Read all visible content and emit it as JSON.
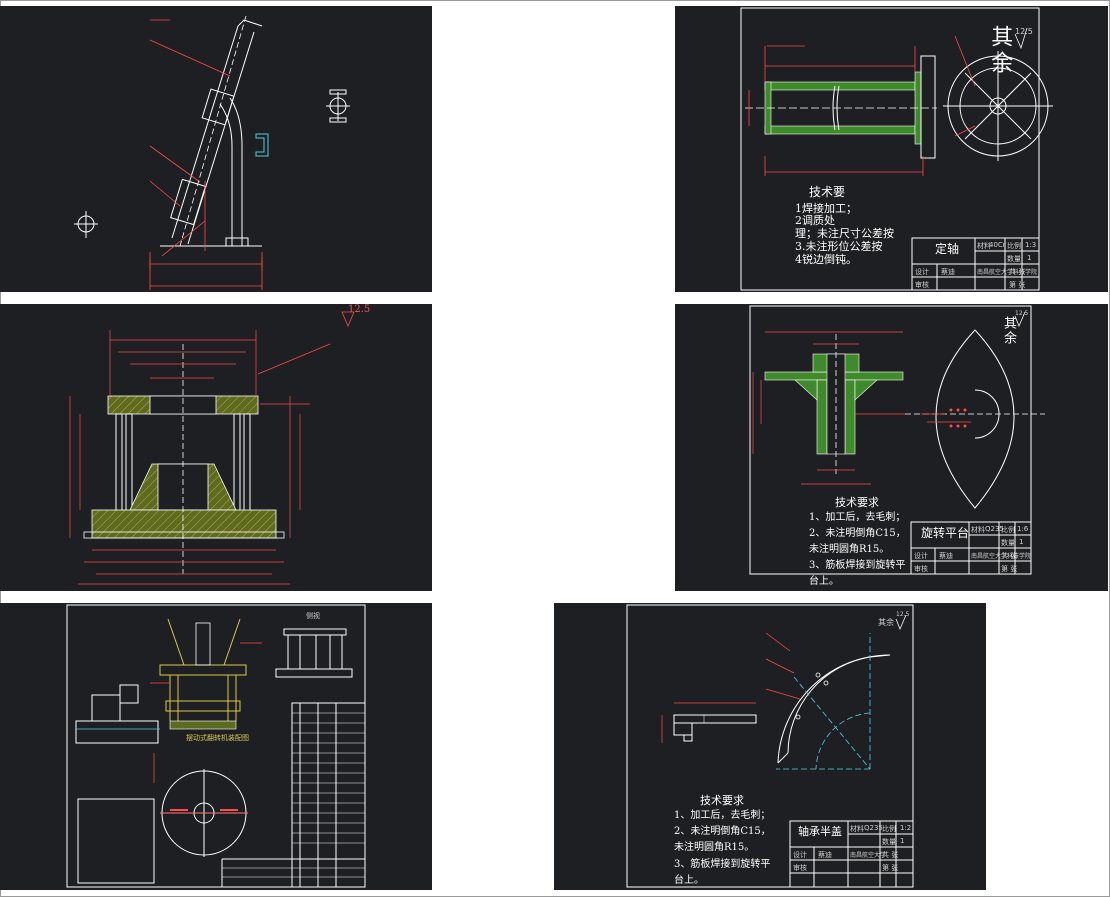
{
  "sheets": {
    "frame_assembly": {},
    "fixed_shaft": {
      "rest_mark": "其余",
      "roughness": "12.5",
      "tech_heading": "技术要",
      "tech_lines": [
        "1焊接加工；",
        "2调质处",
        "理；未注尺寸公差按",
        "3.未注形位公差按",
        "4锐边倒钝。"
      ],
      "part_name": "定轴",
      "material_label": "材料",
      "material": "40Cr",
      "scale_label": "比例",
      "scale": "1:3",
      "qty_label": "数量",
      "qty": "1",
      "design_label": "设计",
      "designer": "蔡迪",
      "review_label": "审核",
      "school": "南昌航空大学科技学院",
      "sheet_total_label": "共 张",
      "sheet_no_label": "第 张"
    },
    "mold_section": {
      "roughness": "12.5"
    },
    "rotary_platform": {
      "rest_mark": "其余",
      "roughness": "12.5",
      "tech_heading": "技术要求",
      "tech_lines": [
        "1、加工后，去毛刺；",
        "2、未注明倒角C15，",
        "未注明圆角R15。",
        "3、筋板焊接到旋转平",
        "台上。"
      ],
      "part_name": "旋转平台",
      "material_label": "材料",
      "material": "Q235",
      "scale_label": "比例",
      "scale": "1:6",
      "qty_label": "数量",
      "qty": "1",
      "design_label": "设计",
      "designer": "蔡迪",
      "review_label": "审核",
      "school": "南昌航空大学科技学院",
      "sheet_total_label": "共 张",
      "sheet_no_label": "第 张"
    },
    "general_assembly": {
      "side_view_title": "侧视",
      "drawing_caption": "摆动式翻转机装配图"
    },
    "bearing_cover": {
      "rest_mark": "其余",
      "roughness": "12.5",
      "tech_heading": "技术要求",
      "tech_lines": [
        "1、加工后，去毛刺；",
        "2、未注明倒角C15，",
        "未注明圆角R15。",
        "3、筋板焊接到旋转平",
        "台上。"
      ],
      "part_name": "轴承半盖",
      "material_label": "材料",
      "material": "Q235",
      "scale_label": "比例",
      "scale": "1:2",
      "qty_label": "数量",
      "qty": "1",
      "design_label": "设计",
      "designer": "蔡迪",
      "review_label": "审核",
      "school": "南昌航空大学",
      "sheet_total_label": "共 张",
      "sheet_no_label": "第 张"
    }
  },
  "colors": {
    "background": "#1e1f22",
    "line": "#ffffff",
    "dimension": "#ff4b4b",
    "fill": "#5c6b1f",
    "green": "#3f8a2a",
    "cyan": "#4fd1e0",
    "yellow": "#d8c84a",
    "hatch": "#c9a44a"
  }
}
